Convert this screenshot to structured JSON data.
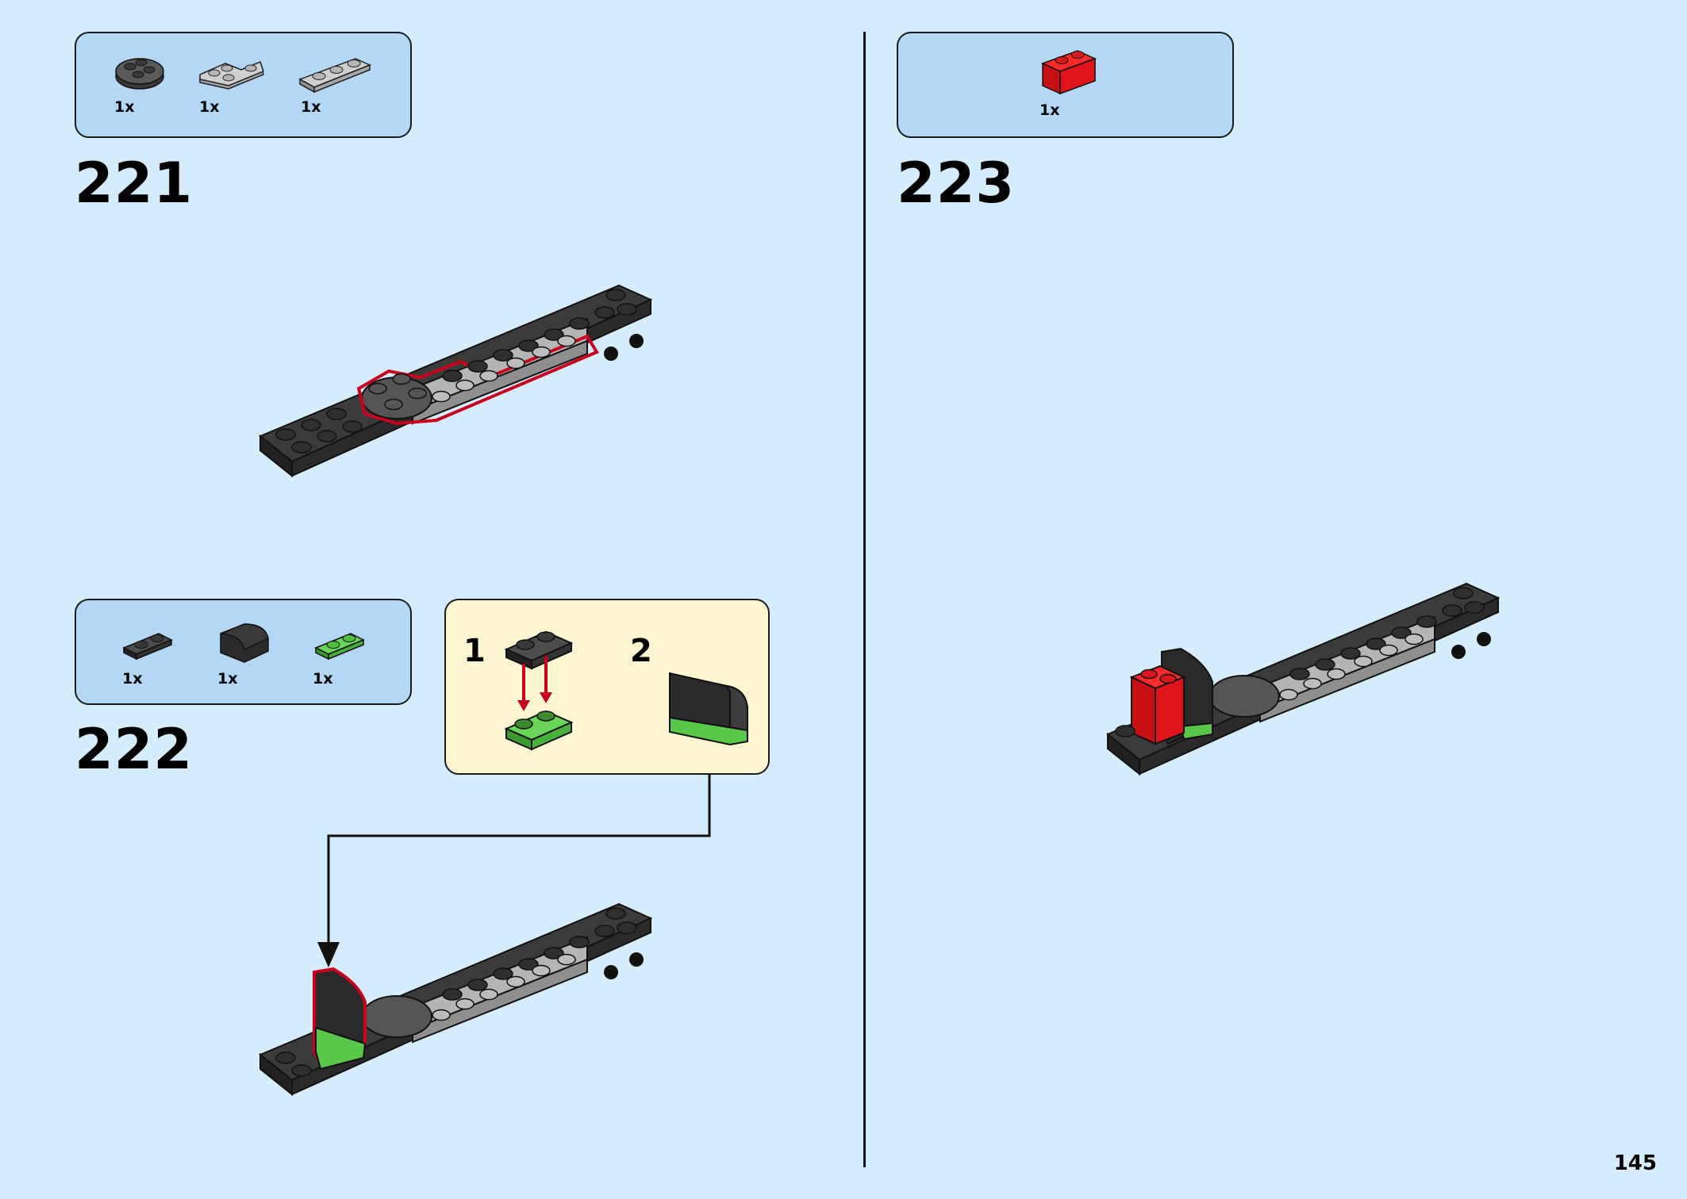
{
  "page": {
    "number": "145"
  },
  "steps": [
    {
      "number": "221",
      "parts": [
        {
          "qty": "1x",
          "name": "round-plate-dark-gray-icon"
        },
        {
          "qty": "1x",
          "name": "corner-plate-light-gray-icon"
        },
        {
          "qty": "1x",
          "name": "plate-1x3-light-gray-icon"
        }
      ]
    },
    {
      "number": "222",
      "parts": [
        {
          "qty": "1x",
          "name": "plate-1x2-dark-gray-icon"
        },
        {
          "qty": "1x",
          "name": "curved-slope-black-icon"
        },
        {
          "qty": "1x",
          "name": "plate-1x2-green-icon"
        }
      ],
      "substeps": [
        {
          "number": "1"
        },
        {
          "number": "2"
        }
      ]
    },
    {
      "number": "223",
      "parts": [
        {
          "qty": "1x",
          "name": "brick-1x2-red-icon"
        }
      ]
    }
  ],
  "colors": {
    "background": "#d4ecfb",
    "parts_box": "#b3d7f5",
    "callout": "#fff7d2",
    "highlight": "#c8001e",
    "dark_brick": "#2e2e2e",
    "light_gray": "#a9a9a9",
    "green": "#59c84a",
    "red": "#e0141a"
  }
}
